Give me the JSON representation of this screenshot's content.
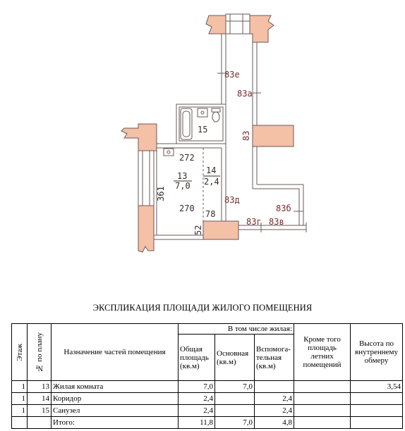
{
  "plan": {
    "labels": {
      "e83": "83е",
      "a83": "83а",
      "v83": "83",
      "room15": "15",
      "r272": "272",
      "r13": "13",
      "r7": "7,0",
      "r14": "14",
      "r24": "2,4",
      "r361": "361",
      "r270": "270",
      "r78": "78",
      "d83": "83д",
      "b83": "83б",
      "g83": "83г",
      "v83b": "83в",
      "r52": "52"
    }
  },
  "document": {
    "title": "ЭКСПЛИКАЦИЯ ПЛОЩАДИ ЖИЛОГО ПОМЕЩЕНИЯ"
  },
  "table": {
    "headers": {
      "floor": "Этаж",
      "plan_no": "№ по плану",
      "purpose": "Назначение частей помещения",
      "including": "В том числе жилая:",
      "total_area": "Общая площадь (кв.м)",
      "main": "Основная (кв.м)",
      "aux": "Вспомога-тельная (кв.м)",
      "summer": "Кроме того площадь летних помещений",
      "height": "Высота по внутреннему обмеру"
    },
    "rows": [
      {
        "floor": "1",
        "no": "13",
        "name": "Жилая комната",
        "total": "7,0",
        "main": "7,0",
        "aux": "",
        "summer": "",
        "height": "3,54"
      },
      {
        "floor": "1",
        "no": "14",
        "name": "Коридор",
        "total": "2,4",
        "main": "",
        "aux": "2,4",
        "summer": "",
        "height": ""
      },
      {
        "floor": "1",
        "no": "15",
        "name": "Санузел",
        "total": "2,4",
        "main": "",
        "aux": "2,4",
        "summer": "",
        "height": ""
      }
    ],
    "total": {
      "label": "Итого:",
      "total": "11,8",
      "main": "7,0",
      "aux": "4,8"
    }
  },
  "colors": {
    "wall_fill": "#f4c0a6",
    "wall_stroke": "#7a5a5a"
  }
}
